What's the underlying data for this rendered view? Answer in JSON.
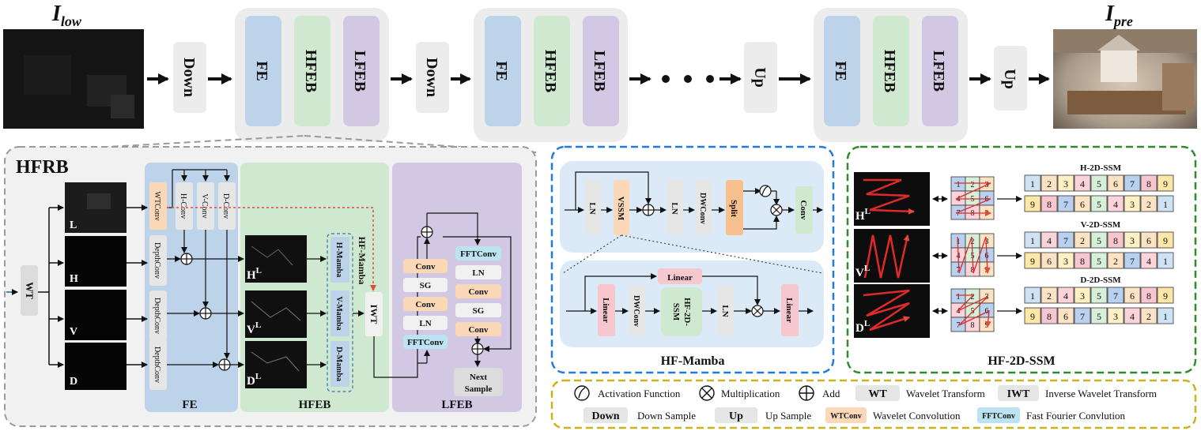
{
  "top": {
    "input_label": "I",
    "input_sub": "low",
    "output_label": "I",
    "output_sub": "pre",
    "down_1": "Down",
    "down_2": "Down",
    "up_1": "Up",
    "up_2": "Up",
    "fe": "FE",
    "hfeb": "HFEB",
    "lfeb": "LFEB"
  },
  "hfrb": {
    "title": "HFRB",
    "wt": "WT",
    "bands": [
      "L",
      "H",
      "V",
      "D"
    ],
    "wtconv": "WTConv",
    "hconv": "H-Conv",
    "vconv": "V-Conv",
    "dconv": "D-Conv",
    "depthconv": "DepthConv",
    "feat_h": "H",
    "feat_v": "V",
    "feat_d": "D",
    "sup_l": "L",
    "hmamba": "H-Mamba",
    "vmamba": "V-Mamba",
    "dmamba": "D-Mamba",
    "hf_mamba": "HF-Mamba",
    "iwt": "IWT",
    "section_fe": "FE",
    "section_hfeb": "HFEB",
    "section_lfeb": "LFEB",
    "lfeb_left": [
      "Conv",
      "SG",
      "Conv",
      "LN",
      "FFTConv"
    ],
    "lfeb_right": [
      "FFTConv",
      "LN",
      "Conv",
      "SG",
      "Conv"
    ],
    "next_sample_1": "Next",
    "next_sample_2": "Sample"
  },
  "hf_mamba": {
    "title": "HF-Mamba",
    "ln": "LN",
    "vssm": "VSSM",
    "dwconv": "DWConv",
    "split": "Split",
    "conv": "Conv",
    "linear": "Linear",
    "hf2dssm_1": "HF-2D-",
    "hf2dssm_2": "SSM"
  },
  "hf_2d_ssm": {
    "title": "HF-2D-SSM",
    "rows": [
      {
        "label": "H",
        "name": "H-2D-SSM",
        "seq1": [
          "1",
          "2",
          "3",
          "4",
          "5",
          "6",
          "7",
          "8",
          "9"
        ],
        "seq2": [
          "9",
          "8",
          "7",
          "6",
          "5",
          "4",
          "3",
          "2",
          "1"
        ]
      },
      {
        "label": "V",
        "name": "V-2D-SSM",
        "seq1": [
          "1",
          "4",
          "7",
          "2",
          "5",
          "8",
          "3",
          "6",
          "9"
        ],
        "seq2": [
          "9",
          "6",
          "3",
          "8",
          "5",
          "2",
          "7",
          "4",
          "1"
        ]
      },
      {
        "label": "D",
        "name": "D-2D-SSM",
        "seq1": [
          "1",
          "2",
          "4",
          "3",
          "5",
          "7",
          "6",
          "8",
          "9"
        ],
        "seq2": [
          "9",
          "8",
          "6",
          "7",
          "5",
          "3",
          "4",
          "2",
          "1"
        ]
      }
    ],
    "grid": [
      "1",
      "2",
      "3",
      "4",
      "5",
      "6",
      "7",
      "8",
      "9"
    ],
    "sup": "L"
  },
  "legend": {
    "activation": "Activation Function",
    "multiplication": "Multiplication",
    "add": "Add",
    "wt_key": "WT",
    "wt_desc": "Wavelet Transform",
    "iwt_key": "IWT",
    "iwt_desc": "Inverse Wavelet Transform",
    "down_key": "Down",
    "down_desc": "Down Sample",
    "up_key": "Up",
    "up_desc": "Up Sample",
    "wtconv_key": "WTConv",
    "wtconv_desc": "Wavelet Convolution",
    "fftconv_key": "FFTConv",
    "fftconv_desc": "Fast Fourier Convlution"
  },
  "colors": {
    "fe": "#bcd3ea",
    "hfeb": "#cfe8d0",
    "lfeb": "#d3c8e3",
    "gray_box": "#ececec",
    "wtconv": "#fbd9b8",
    "fftconv": "#bde3f2",
    "linear": "#f6c7cc",
    "split": "#f9c08f",
    "seq": [
      "#cfe2f3",
      "#fde3c4",
      "#fdf1c4",
      "#fbd3d9",
      "#d7efd8",
      "#fde3c4",
      "#b9d0ee",
      "#f7c6cf",
      "#fde7a6"
    ]
  }
}
